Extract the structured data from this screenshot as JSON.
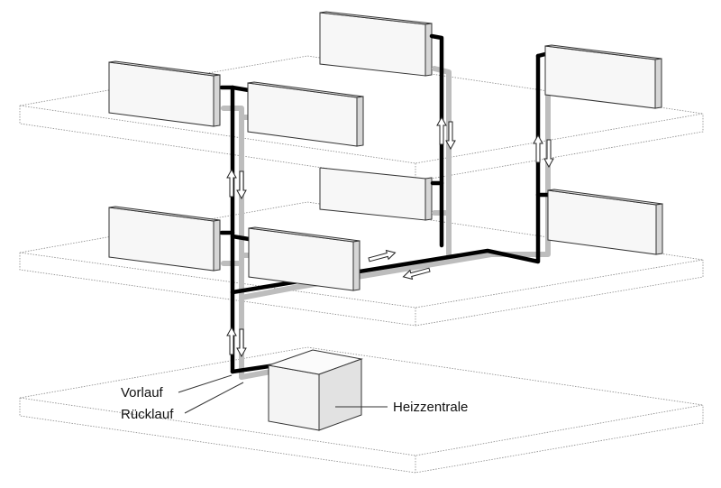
{
  "labels": {
    "vorlauf": "Vorlauf",
    "ruecklauf": "Rücklauf",
    "heizzentrale": "Heizzentrale"
  },
  "colors": {
    "supply_pipe": "#000000",
    "return_pipe": "#bdbdbd",
    "radiator_front": "#f7f7f7",
    "radiator_side": "#d6d6d6",
    "floor_outline": "#888888",
    "boiler_front": "#f4f4f4",
    "boiler_side": "#e2e2e2"
  },
  "icons": {
    "flow_arrow": "outlined-arrow-icon"
  }
}
